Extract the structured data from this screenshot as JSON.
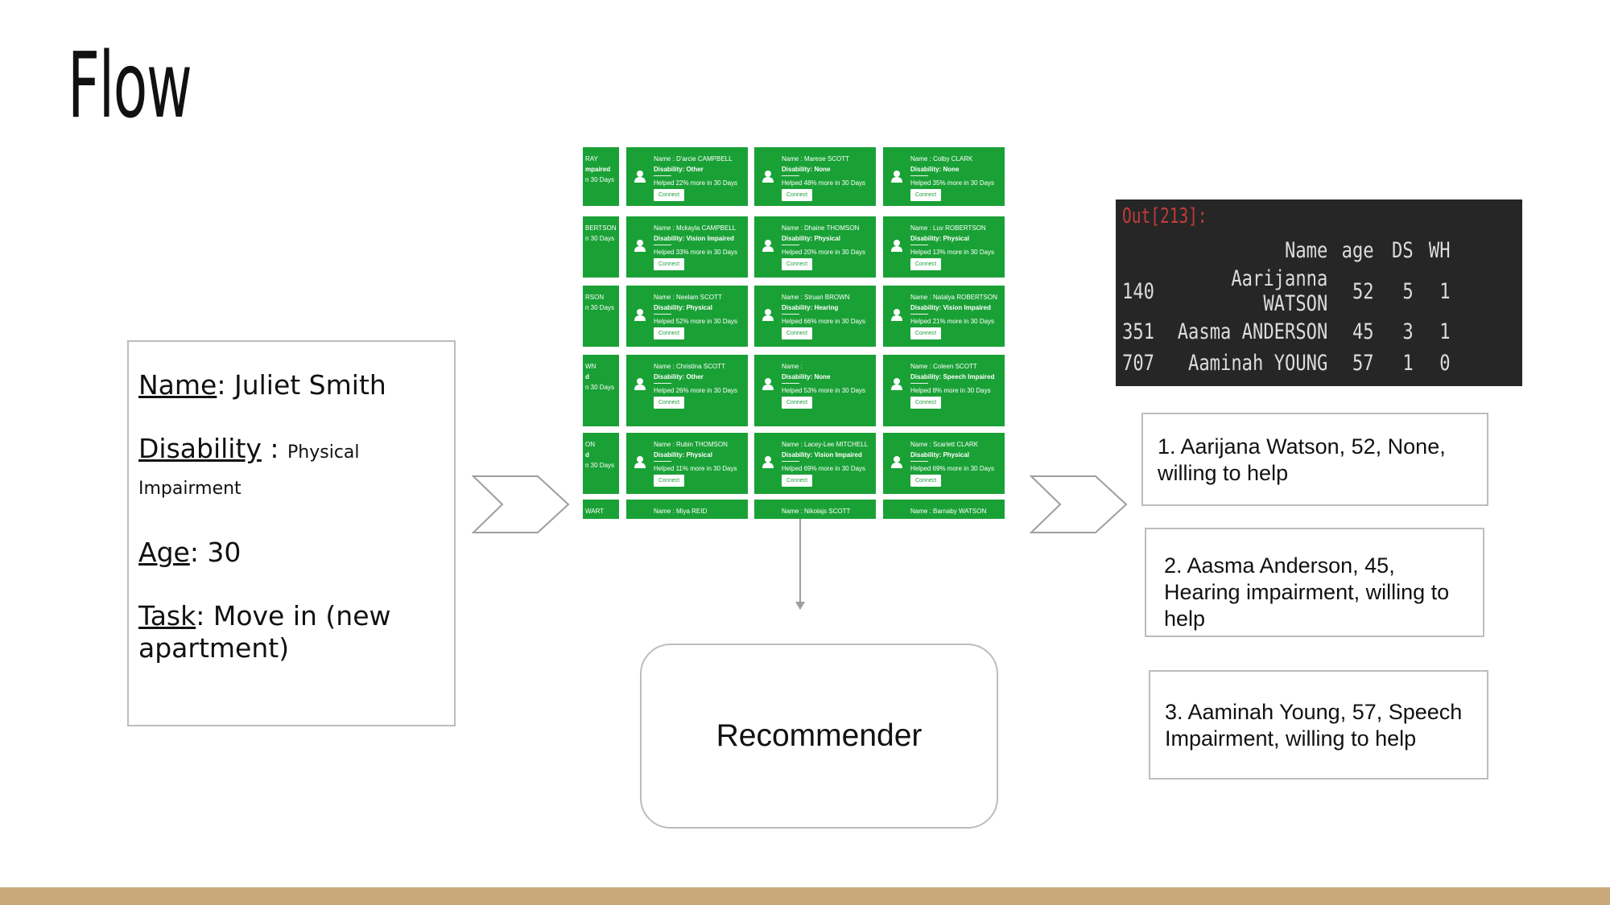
{
  "slide": {
    "title": "Flow"
  },
  "user": {
    "name_key": "Name",
    "name_val": ": Juliet Smith",
    "disability_key": "Disability",
    "disability_sep": " : ",
    "disability_val": "Physical Impairment",
    "age_key": "Age",
    "age_val": ": 30",
    "task_key": "Task",
    "task_val": ": Move in (new apartment)"
  },
  "card_grid": {
    "connect_label": "Connect",
    "cards": [
      {
        "name": "RAY",
        "disability": "mpaired",
        "helped": "n 30 Days",
        "partial": true
      },
      {
        "name": "Name : D'arcie CAMPBELL",
        "disability": "Disability: Other",
        "helped": "Helped 22% more in 30 Days"
      },
      {
        "name": "Name : Marese SCOTT",
        "disability": "Disability: None",
        "helped": "Helped 48% more in 30 Days"
      },
      {
        "name": "Name : Colby CLARK",
        "disability": "Disability: None",
        "helped": "Helped 35% more in 30 Days"
      },
      {
        "name": "BERTSON",
        "disability": "",
        "helped": "n 30 Days",
        "partial": true
      },
      {
        "name": "Name : Mckayla CAMPBELL",
        "disability": "Disability: Vision Impaired",
        "helped": "Helped 33% more in 30 Days"
      },
      {
        "name": "Name : Dhaine THOMSON",
        "disability": "Disability: Physical",
        "helped": "Helped 20% more in 30 Days"
      },
      {
        "name": "Name : Luv ROBERTSON",
        "disability": "Disability: Physical",
        "helped": "Helped 13% more in 30 Days"
      },
      {
        "name": "RSON",
        "disability": "",
        "helped": "n 30 Days",
        "partial": true
      },
      {
        "name": "Name : Neelam SCOTT",
        "disability": "Disability: Physical",
        "helped": "Helped 52% more in 30 Days"
      },
      {
        "name": "Name : Struan BROWN",
        "disability": "Disability: Hearing",
        "helped": "Helped 66% more in 30 Days"
      },
      {
        "name": "Name : Natalya ROBERTSON",
        "disability": "Disability: Vision Impaired",
        "helped": "Helped 21% more in 30 Days"
      },
      {
        "name": "WN",
        "disability": "d",
        "helped": "n 30 Days",
        "partial": true
      },
      {
        "name": "Name : Christina SCOTT",
        "disability": "Disability: Other",
        "helped": "Helped 26% more in 30 Days"
      },
      {
        "name": "Name :",
        "disability": "Disability: None",
        "helped": "Helped 53% more in 30 Days"
      },
      {
        "name": "Name : Coleen SCOTT",
        "disability": "Disability: Speech Impaired",
        "helped": "Helped 8% more in 30 Days"
      },
      {
        "name": "ON",
        "disability": "d",
        "helped": "n 30 Days",
        "partial": true
      },
      {
        "name": "Name : Rubin THOMSON",
        "disability": "Disability: Physical",
        "helped": "Helped 11% more in 30 Days"
      },
      {
        "name": "Name : Lacey-Lee MITCHELL",
        "disability": "Disability: Vision Impaired",
        "helped": "Helped 69% more in 30 Days"
      },
      {
        "name": "Name : Scarlett CLARK",
        "disability": "Disability: Physical",
        "helped": "Helped 69% more in 30 Days"
      },
      {
        "name": "WART",
        "disability": "",
        "helped": "",
        "partial": true
      },
      {
        "name": "Name : Miya REID",
        "disability": "",
        "helped": ""
      },
      {
        "name": "Name : Nikolajs SCOTT",
        "disability": "",
        "helped": ""
      },
      {
        "name": "Name : Barnaby WATSON",
        "disability": "",
        "helped": ""
      }
    ]
  },
  "recommender": {
    "label": "Recommender"
  },
  "terminal": {
    "out_label": "Out[213]:",
    "headers": [
      "",
      "Name",
      "age",
      "DS",
      "WH"
    ],
    "rows": [
      [
        "140",
        "Aarijanna WATSON",
        "52",
        "5",
        "1"
      ],
      [
        "351",
        "Aasma ANDERSON",
        "45",
        "3",
        "1"
      ],
      [
        "707",
        "Aaminah YOUNG",
        "57",
        "1",
        "0"
      ]
    ]
  },
  "recommendations": [
    "1. Aarijana Watson, 52, None, willing to help",
    "2. Aasma Anderson, 45, Hearing impairment, willing to help",
    "3. Aaminah Young, 57, Speech Impairment, willing to help"
  ],
  "colors": {
    "card_green": "#1aa136",
    "footer": "#c9a97a",
    "terminal_bg": "#262626",
    "out_red": "#c23b3b"
  }
}
